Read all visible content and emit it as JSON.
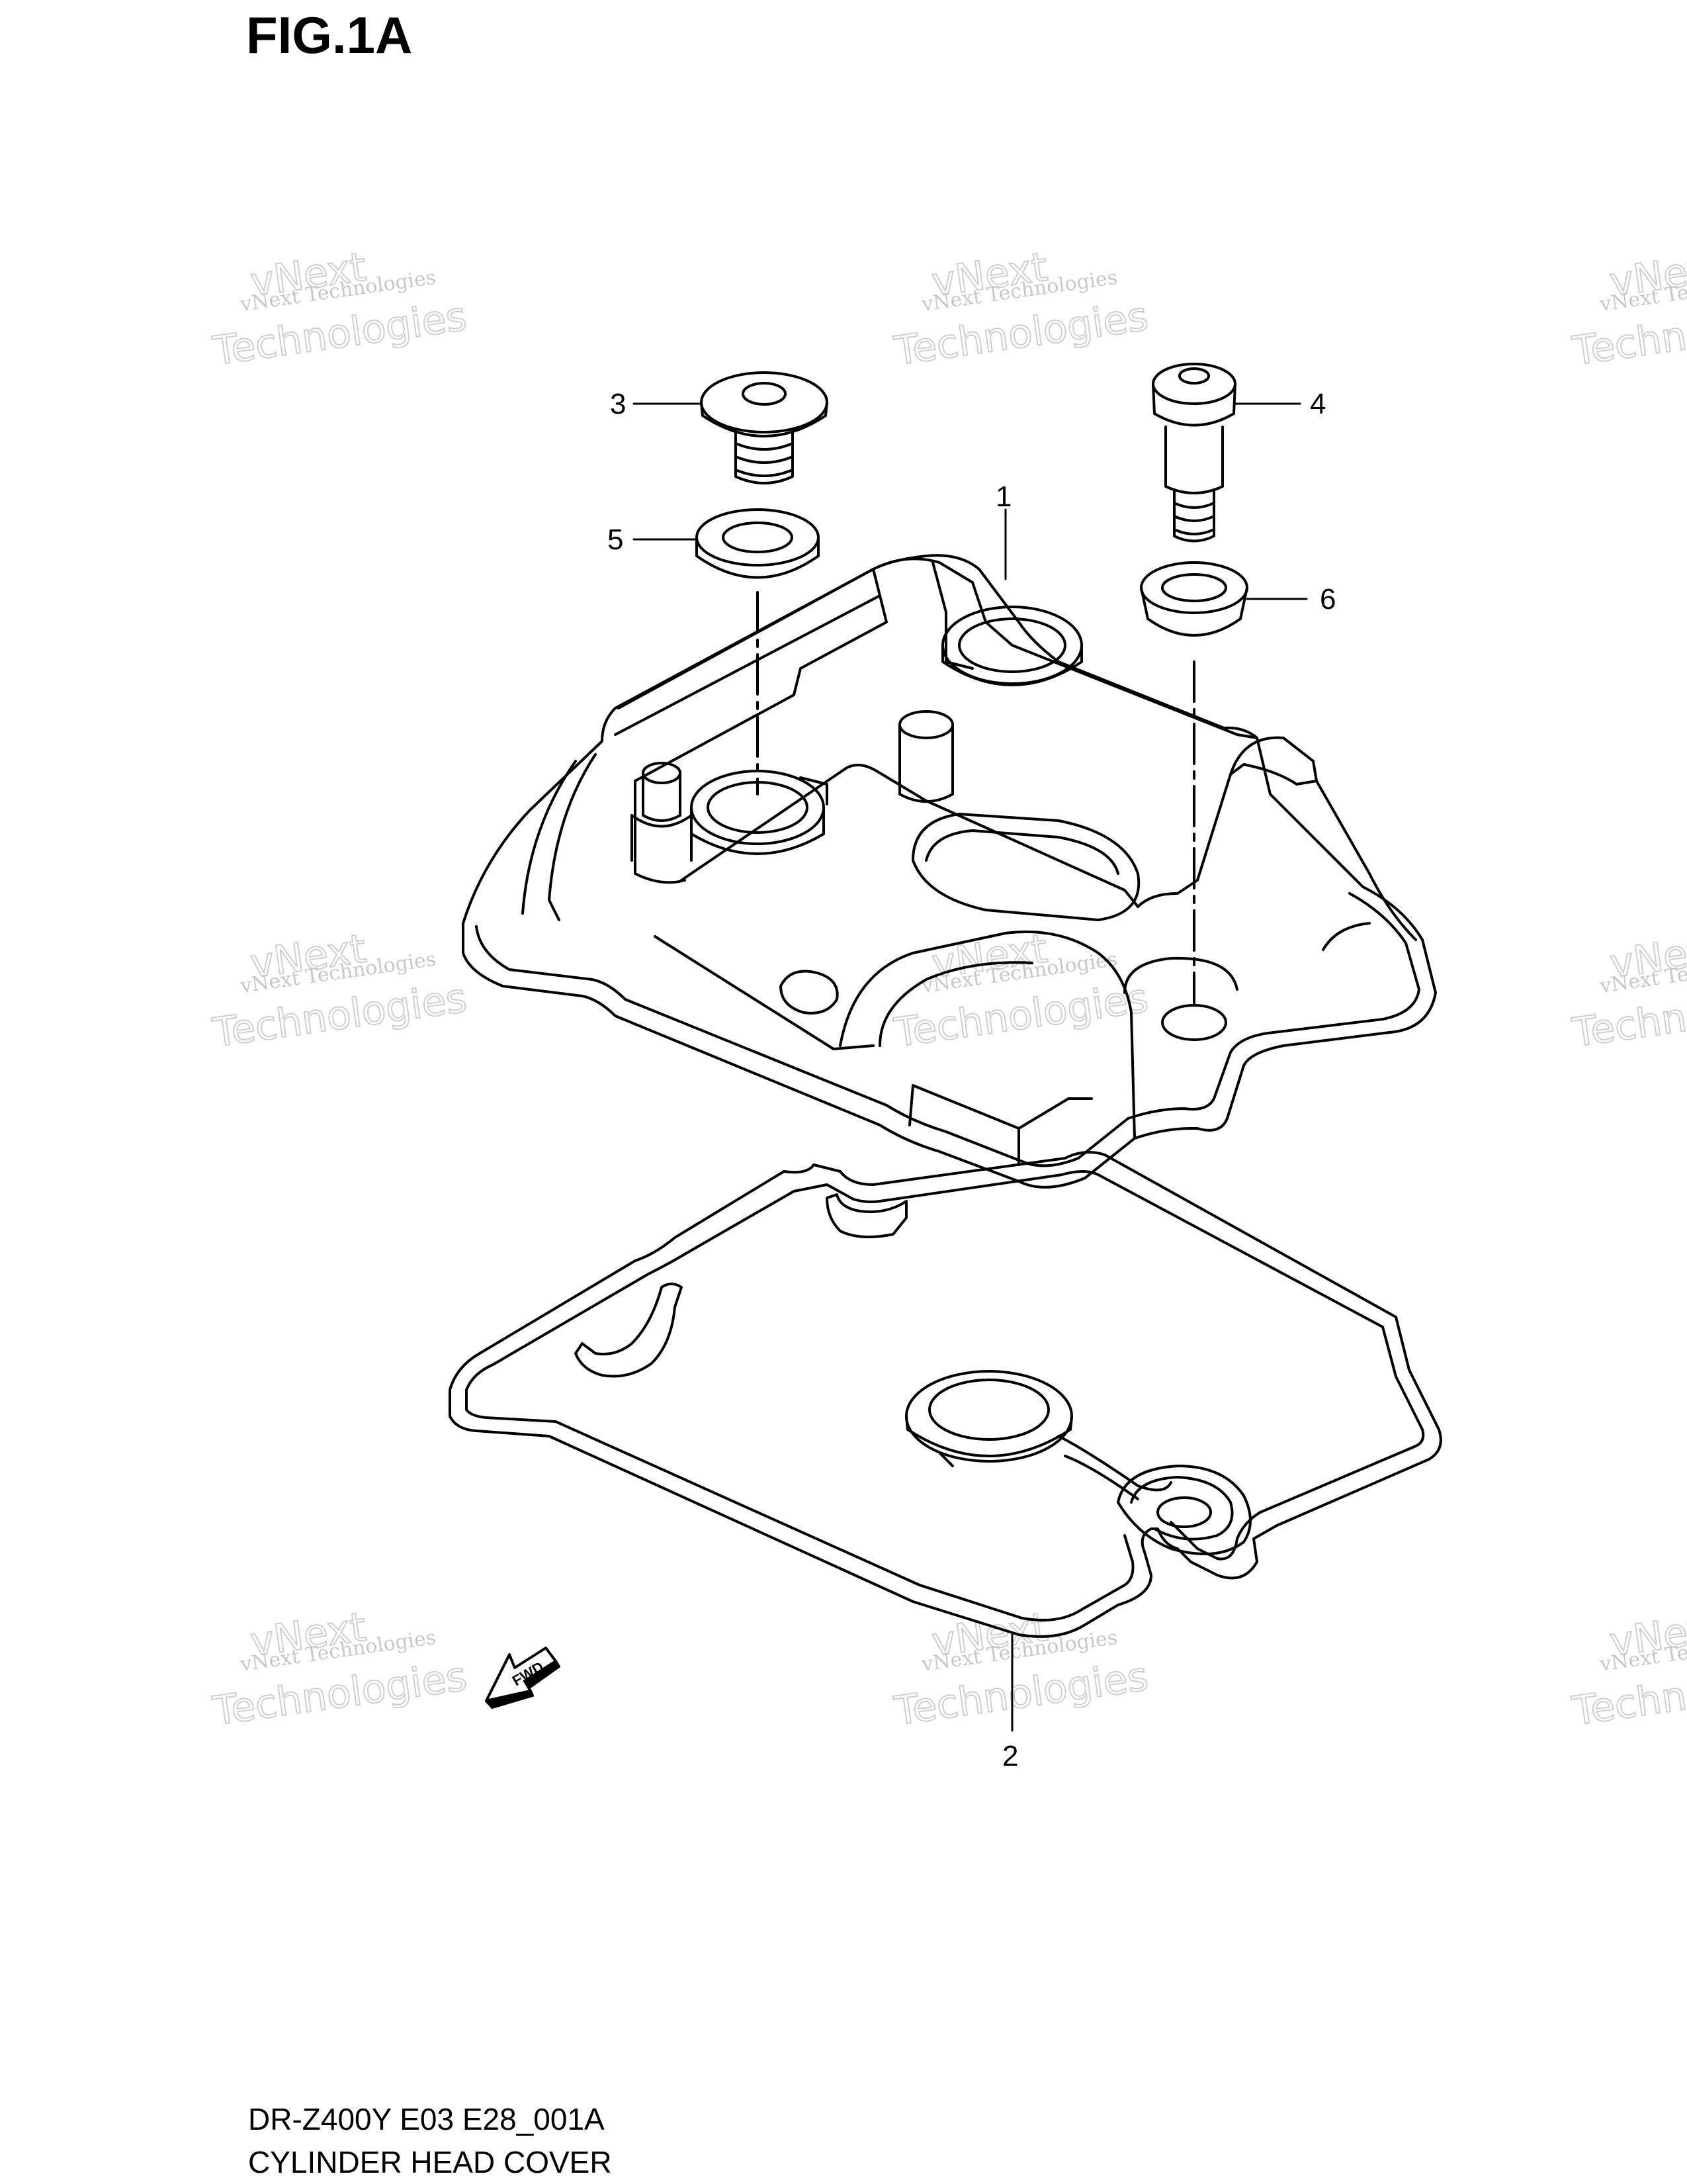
{
  "figure": {
    "title": "FIG.1A",
    "code": "DR-Z400Y E03 E28_001A",
    "name": "CYLINDER HEAD COVER"
  },
  "callouts": [
    {
      "id": "1",
      "part": "cylinder-head-cover"
    },
    {
      "id": "2",
      "part": "cover-gasket"
    },
    {
      "id": "3",
      "part": "flange-bolt"
    },
    {
      "id": "4",
      "part": "shoulder-bolt"
    },
    {
      "id": "5",
      "part": "seal-washer"
    },
    {
      "id": "6",
      "part": "grommet"
    }
  ],
  "fwd_label": "FWD",
  "watermark": {
    "line1": "vNext Technologies",
    "line2": "Technologies",
    "line3": "vNext"
  }
}
